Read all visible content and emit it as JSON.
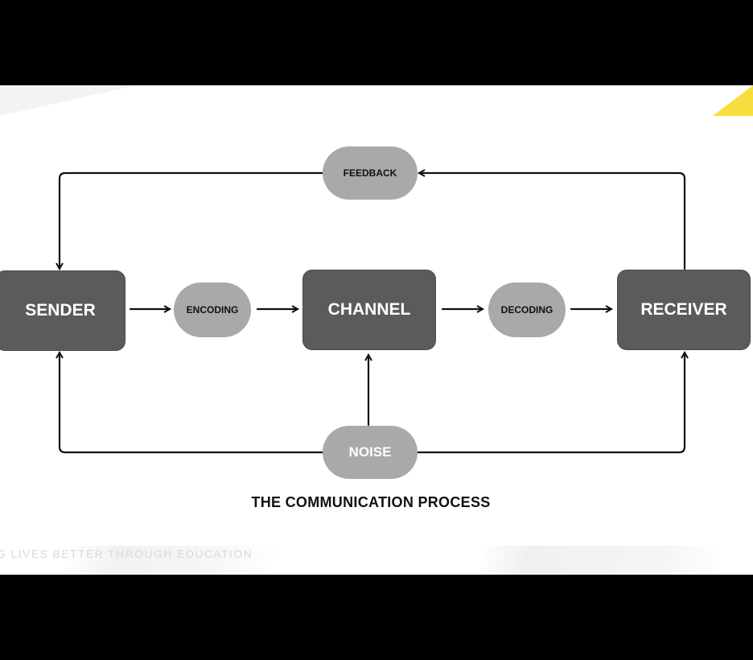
{
  "diagram": {
    "nodes": {
      "sender": "SENDER",
      "encoding": "ENCODING",
      "channel": "CHANNEL",
      "decoding": "DECODING",
      "receiver": "RECEIVER",
      "feedback": "FEEDBACK",
      "noise": "NOISE"
    },
    "caption": "THE COMMUNICATION PROCESS",
    "edges": [
      {
        "from": "SENDER",
        "to": "ENCODING"
      },
      {
        "from": "ENCODING",
        "to": "CHANNEL"
      },
      {
        "from": "CHANNEL",
        "to": "DECODING"
      },
      {
        "from": "DECODING",
        "to": "RECEIVER"
      },
      {
        "from": "RECEIVER",
        "to": "FEEDBACK"
      },
      {
        "from": "FEEDBACK",
        "to": "SENDER"
      },
      {
        "from": "NOISE",
        "to": "CHANNEL"
      },
      {
        "from": "NOISE",
        "to": "SENDER"
      },
      {
        "from": "NOISE",
        "to": "RECEIVER"
      }
    ]
  },
  "watermark": "G LIVES BETTER THROUGH EDUCATION",
  "colors": {
    "main_node": "#5b5b5b",
    "secondary_node": "#a9a9a9",
    "arrow": "#111111",
    "accent": "#f7dd3e",
    "background": "#ffffff",
    "letterbox": "#000000"
  }
}
